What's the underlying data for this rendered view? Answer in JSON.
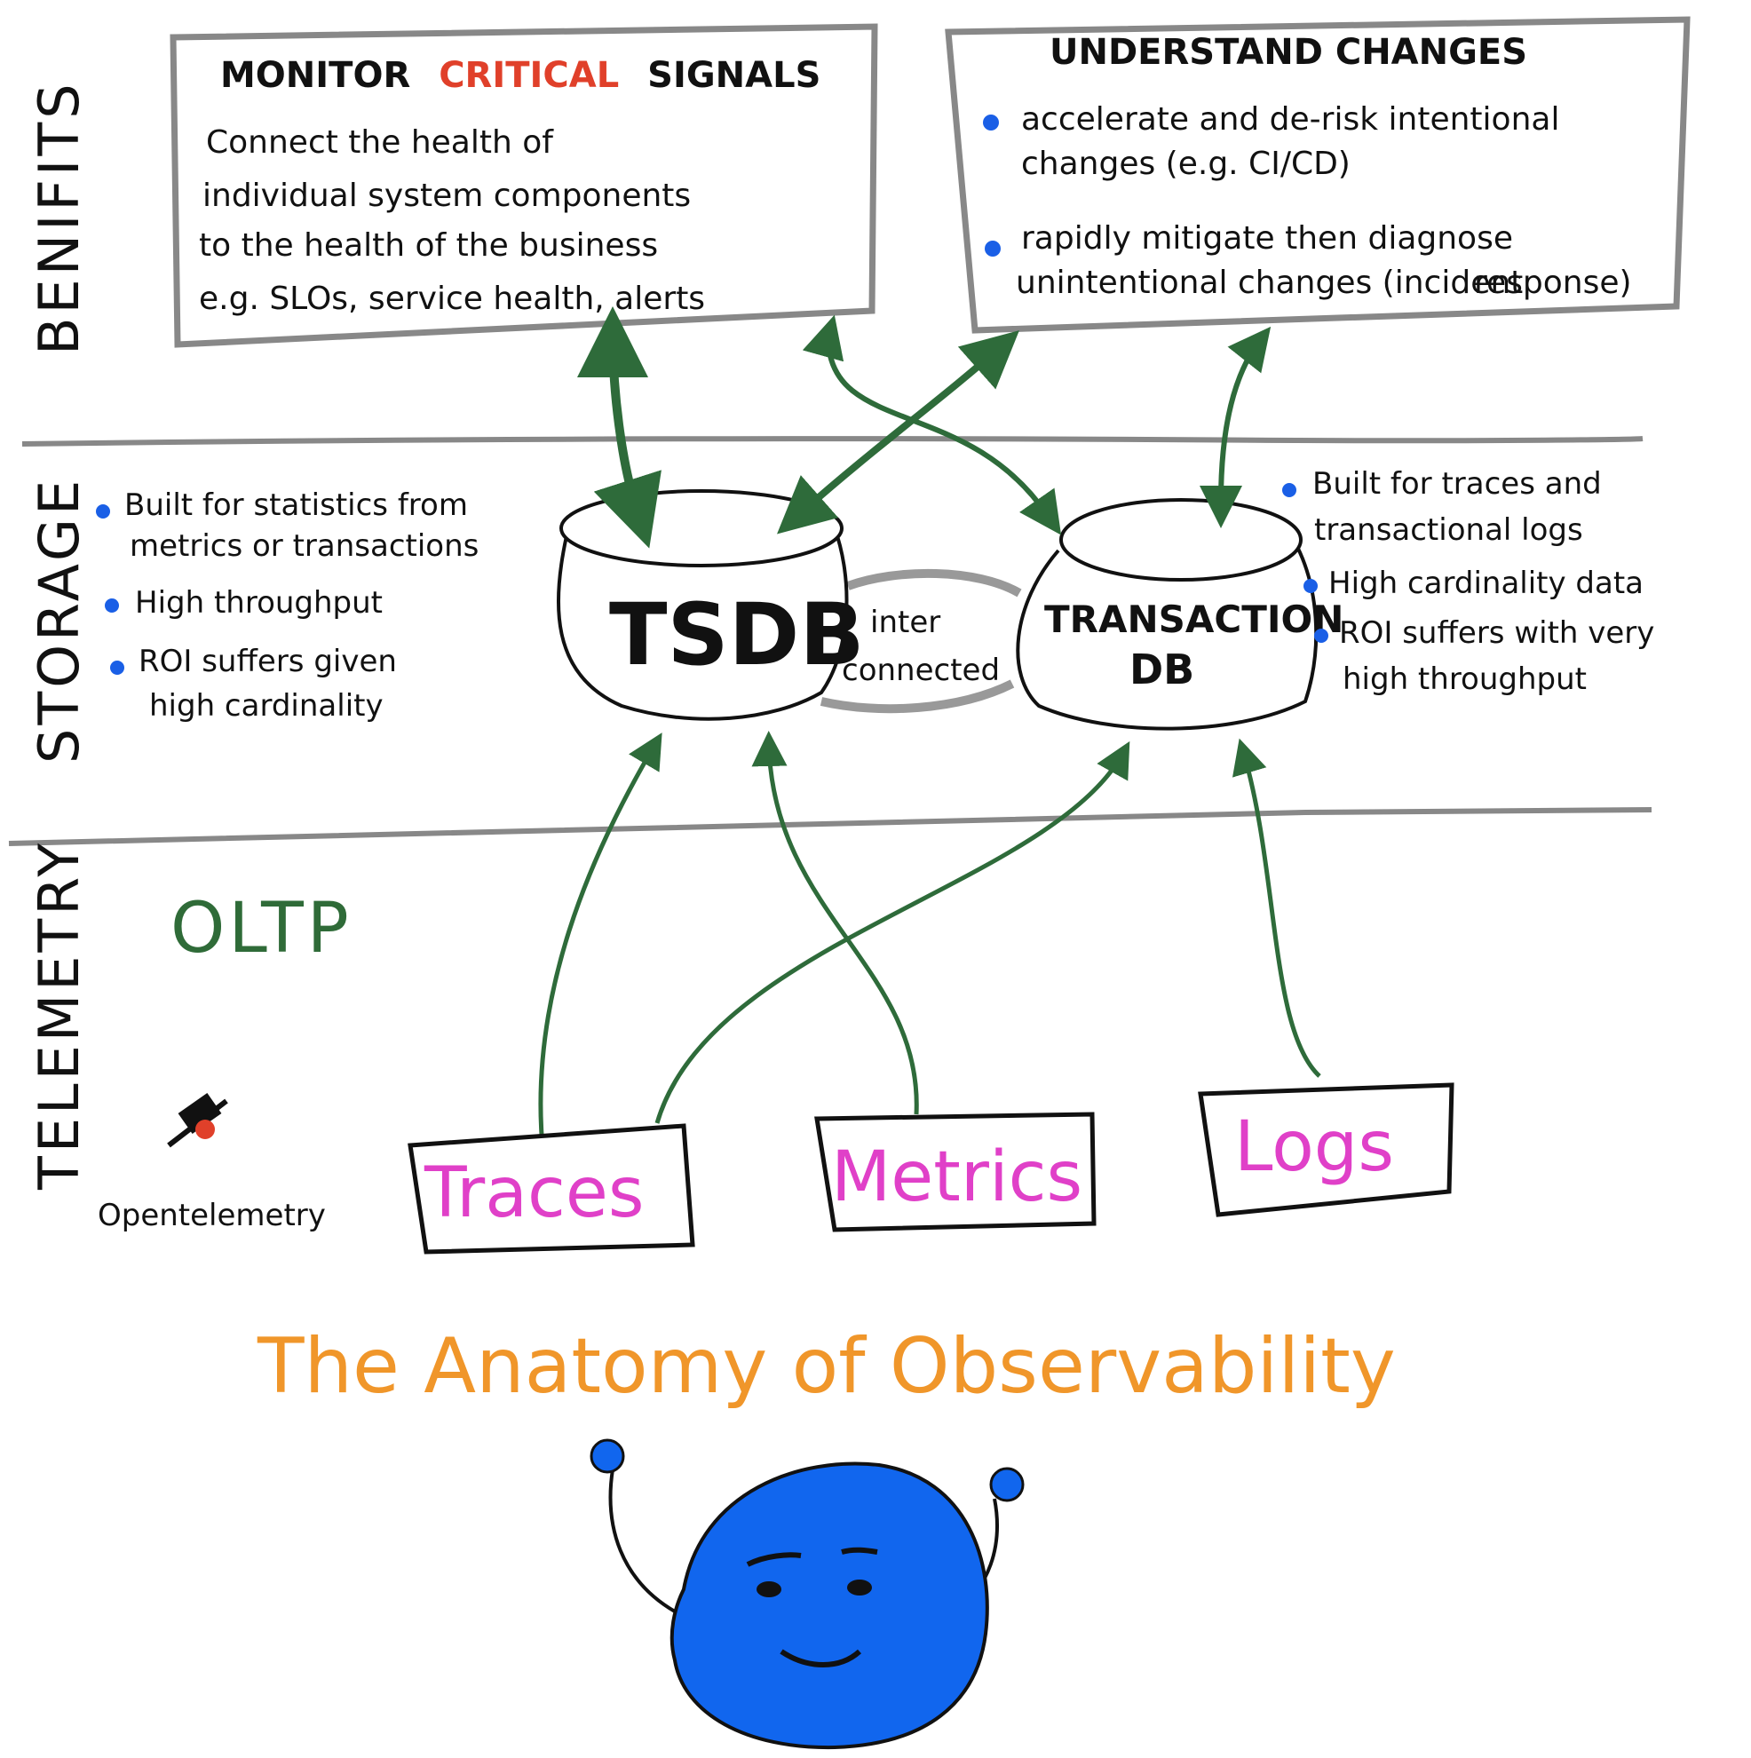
{
  "colors": {
    "ink": "#111111",
    "box_border": "#888888",
    "arrow_green": "#2e6b3a",
    "accent_red": "#e0402a",
    "accent_blue": "#1a5fe6",
    "signal_magenta": "#e040c8",
    "title_orange": "#f0962a",
    "mascot_blue": "#1166ee"
  },
  "sections": {
    "benefits": "BENIFITS",
    "storage": "STORAGE",
    "telemetry": "TELEMETRY"
  },
  "benefits": {
    "monitor": {
      "title_part1": "MONITOR",
      "title_part2": "CRITICAL",
      "title_part3": "SIGNALS",
      "line1": "Connect the health of",
      "line2": "individual system components",
      "line3": "to the health of the business",
      "line4": "e.g. SLOs, service health, alerts"
    },
    "changes": {
      "title": "UNDERSTAND CHANGES",
      "bullet1_line1": "accelerate and de-risk intentional",
      "bullet1_line2": "changes (e.g. CI/CD)",
      "bullet2_line1": "rapidly mitigate then diagnose",
      "bullet2_line2": "unintentional changes (incident",
      "bullet2_line3": "response)"
    }
  },
  "storage": {
    "tsdb_label": "TSDB",
    "transaction_label_1": "TRANSACTION",
    "transaction_label_2": "DB",
    "link_label_1": "inter",
    "link_label_2": "connected",
    "tsdb_notes": {
      "n1_line1": "Built for statistics from",
      "n1_line2": "metrics or transactions",
      "n2": "High throughput",
      "n3_line1": "ROI suffers given",
      "n3_line2": "high cardinality"
    },
    "transaction_notes": {
      "n1_line1": "Built for traces and",
      "n1_line2": "transactional logs",
      "n2": "High cardinality data",
      "n3_line1": "ROI suffers with very",
      "n3_line2": "high throughput"
    }
  },
  "telemetry": {
    "protocol": "OLTP",
    "brand": "Opentelemetry",
    "signals": {
      "traces": "Traces",
      "metrics": "Metrics",
      "logs": "Logs"
    }
  },
  "title": "The Anatomy of Observability"
}
